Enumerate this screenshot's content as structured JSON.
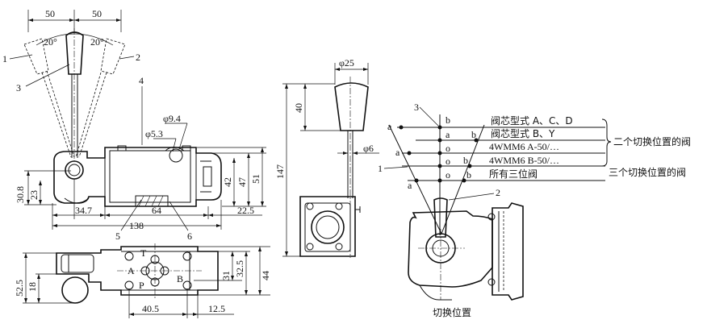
{
  "dims_left": {
    "top_50_left": "50",
    "top_50_right": "50",
    "angle_left": "20°",
    "angle_right": "20°",
    "d_9_4": "φ9.4",
    "d_5_3": "φ5.3",
    "h_30_8": "30.8",
    "h_23": "23",
    "h_42": "42",
    "h_47": "47",
    "h_51": "51",
    "w_34_7": "34.7",
    "w_64": "64",
    "w_22_5": "22.5",
    "w_138": "138",
    "h_52_5": "52.5",
    "h_18": "18",
    "h_32_5": "32.5",
    "h_31": "31",
    "h_44": "44",
    "w_40_5": "40.5",
    "w_12_5": "12.5"
  },
  "callouts_left": {
    "c1": "1",
    "c2": "2",
    "c3": "3",
    "c4": "4",
    "c5": "5",
    "c6": "6"
  },
  "ports": {
    "T": "T",
    "A": "A",
    "P": "P",
    "B": "B"
  },
  "dims_middle": {
    "d_25": "φ25",
    "h_40": "40",
    "d_6": "φ6",
    "h_147": "147"
  },
  "switch_diagram": {
    "callout_3": "3",
    "callout_1": "1",
    "callout_2": "2",
    "pos_a": "a",
    "pos_b": "b",
    "pos_o": "o",
    "row1": "阀芯型式 A、C、D",
    "row2": "阀芯型式 B、Y",
    "row3": "4WMM6 A-50/…",
    "row4": "4WMM6 B-50/…",
    "row5": "所有三位阀",
    "group_two": "二个切换位置的阀",
    "group_three": "三个切换位置的阀",
    "caption": "切换位置"
  }
}
